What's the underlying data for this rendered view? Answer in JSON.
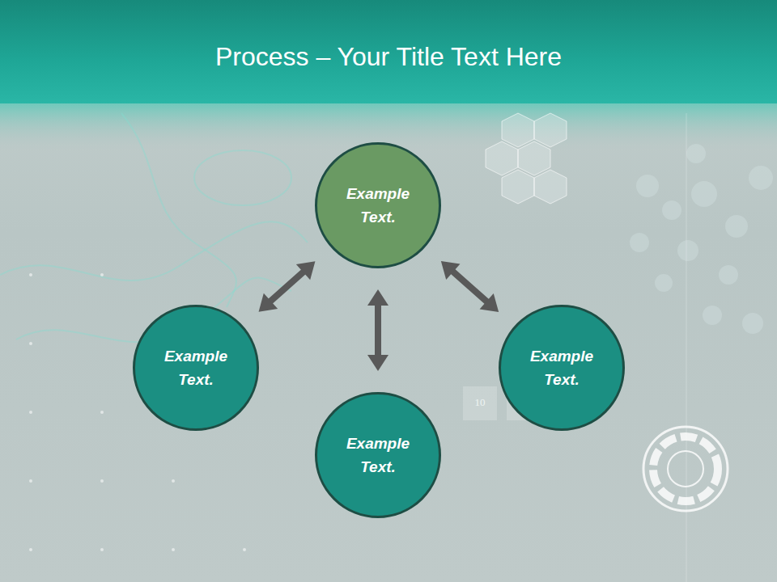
{
  "diagram": {
    "title": "Process – Your Title Text Here",
    "nodes": [
      {
        "text": [
          "Example Text."
        ]
      },
      {
        "text": [
          "Example Text."
        ]
      },
      {
        "text": [
          "Example Text."
        ]
      },
      {
        "text": [
          "Example Text."
        ]
      }
    ],
    "edges": [
      {
        "from": 0,
        "to": 1,
        "arrow": "both"
      },
      {
        "from": 0,
        "to": 2,
        "arrow": "both"
      },
      {
        "from": 0,
        "to": 3,
        "arrow": "both"
      }
    ],
    "labels": [
      "10"
    ]
  }
}
